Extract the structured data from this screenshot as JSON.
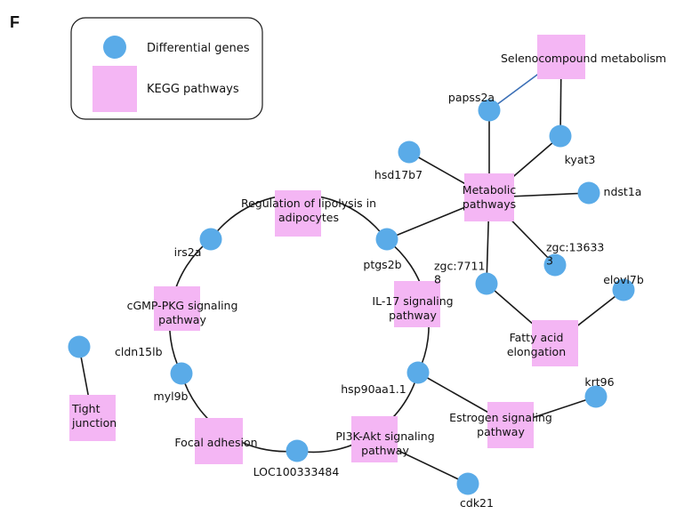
{
  "panel_label": "F",
  "colors": {
    "gene_fill": "#5aabe8",
    "pathway_fill": "#f4b6f4",
    "edge": "#1a1a1a",
    "highlight_edge": "#3b6fb6"
  },
  "legend": {
    "gene_label": "Differential genes",
    "pathway_label": "KEGG pathways"
  },
  "pathways": [
    {
      "id": "seleno",
      "lines": [
        "Selenocompound metabolism"
      ]
    },
    {
      "id": "metabolic",
      "lines": [
        "Metabolic",
        "pathways"
      ]
    },
    {
      "id": "lipolysis",
      "lines": [
        "Regulation of lipolysis in",
        "adipocytes"
      ]
    },
    {
      "id": "il17",
      "lines": [
        "IL-17 signaling",
        "pathway"
      ]
    },
    {
      "id": "cgmp",
      "lines": [
        "cGMP-PKG signaling",
        "pathway"
      ]
    },
    {
      "id": "tight",
      "lines": [
        "Tight",
        "junction"
      ]
    },
    {
      "id": "focal",
      "lines": [
        "Focal adhesion"
      ]
    },
    {
      "id": "pi3k",
      "lines": [
        "PI3K-Akt signaling",
        "pathway"
      ]
    },
    {
      "id": "estrogen",
      "lines": [
        "Estrogen signaling",
        "pathway"
      ]
    },
    {
      "id": "fatty",
      "lines": [
        "Fatty acid",
        "elongation"
      ]
    }
  ],
  "genes": [
    {
      "id": "papss2a",
      "lines": [
        "papss2a"
      ]
    },
    {
      "id": "kyat3",
      "lines": [
        "kyat3"
      ]
    },
    {
      "id": "hsd17b7",
      "lines": [
        "hsd17b7"
      ]
    },
    {
      "id": "ndst1a",
      "lines": [
        "ndst1a"
      ]
    },
    {
      "id": "zgc136333",
      "lines": [
        "zgc:13633",
        "3"
      ]
    },
    {
      "id": "zgc77118",
      "lines": [
        "zgc:7711",
        "8"
      ]
    },
    {
      "id": "elovl7b",
      "lines": [
        "elovl7b"
      ]
    },
    {
      "id": "ptgs2b",
      "lines": [
        "ptgs2b"
      ]
    },
    {
      "id": "irs2a",
      "lines": [
        "irs2a"
      ]
    },
    {
      "id": "cldn15lb",
      "lines": [
        "cldn15lb"
      ]
    },
    {
      "id": "myl9b",
      "lines": [
        "myl9b"
      ]
    },
    {
      "id": "hsp90aa11",
      "lines": [
        "hsp90aa1.1"
      ]
    },
    {
      "id": "krt96",
      "lines": [
        "krt96"
      ]
    },
    {
      "id": "loc100333484",
      "lines": [
        "LOC100333484"
      ]
    },
    {
      "id": "cdk21",
      "lines": [
        "cdk21"
      ]
    }
  ],
  "edges": [
    [
      "papss2a",
      "seleno",
      "highlight"
    ],
    [
      "kyat3",
      "seleno"
    ],
    [
      "papss2a",
      "metabolic"
    ],
    [
      "kyat3",
      "metabolic"
    ],
    [
      "hsd17b7",
      "metabolic"
    ],
    [
      "ndst1a",
      "metabolic"
    ],
    [
      "zgc136333",
      "metabolic"
    ],
    [
      "zgc77118",
      "metabolic"
    ],
    [
      "ptgs2b",
      "metabolic"
    ],
    [
      "zgc77118",
      "fatty"
    ],
    [
      "elovl7b",
      "fatty"
    ],
    [
      "cldn15lb",
      "tight"
    ],
    [
      "hsp90aa11",
      "estrogen"
    ],
    [
      "krt96",
      "estrogen"
    ],
    [
      "cdk21",
      "pi3k"
    ]
  ]
}
